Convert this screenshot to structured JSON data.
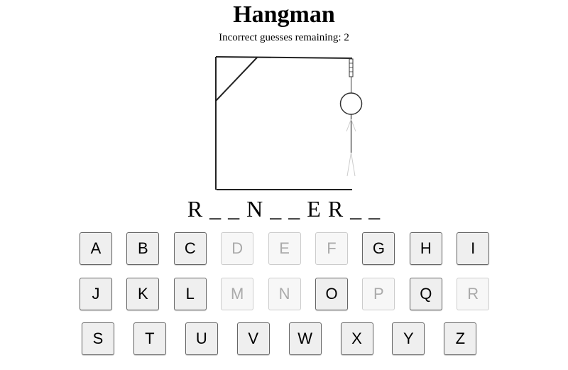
{
  "title": "Hangman",
  "status": "Incorrect guesses remaining: 2",
  "word_display": "R _ _ N _ _ E R _ _",
  "rows": [
    [
      {
        "l": "A",
        "d": false
      },
      {
        "l": "B",
        "d": false
      },
      {
        "l": "C",
        "d": false
      },
      {
        "l": "D",
        "d": true
      },
      {
        "l": "E",
        "d": true
      },
      {
        "l": "F",
        "d": true
      },
      {
        "l": "G",
        "d": false
      },
      {
        "l": "H",
        "d": false
      },
      {
        "l": "I",
        "d": false
      }
    ],
    [
      {
        "l": "J",
        "d": false
      },
      {
        "l": "K",
        "d": false
      },
      {
        "l": "L",
        "d": false
      },
      {
        "l": "M",
        "d": true
      },
      {
        "l": "N",
        "d": true
      },
      {
        "l": "O",
        "d": false
      },
      {
        "l": "P",
        "d": true
      },
      {
        "l": "Q",
        "d": false
      },
      {
        "l": "R",
        "d": true
      }
    ],
    [
      {
        "l": "S",
        "d": false
      },
      {
        "l": "T",
        "d": false
      },
      {
        "l": "U",
        "d": false
      },
      {
        "l": "V",
        "d": false
      },
      {
        "l": "W",
        "d": false
      },
      {
        "l": "X",
        "d": false
      },
      {
        "l": "Y",
        "d": false
      },
      {
        "l": "Z",
        "d": false
      }
    ]
  ]
}
